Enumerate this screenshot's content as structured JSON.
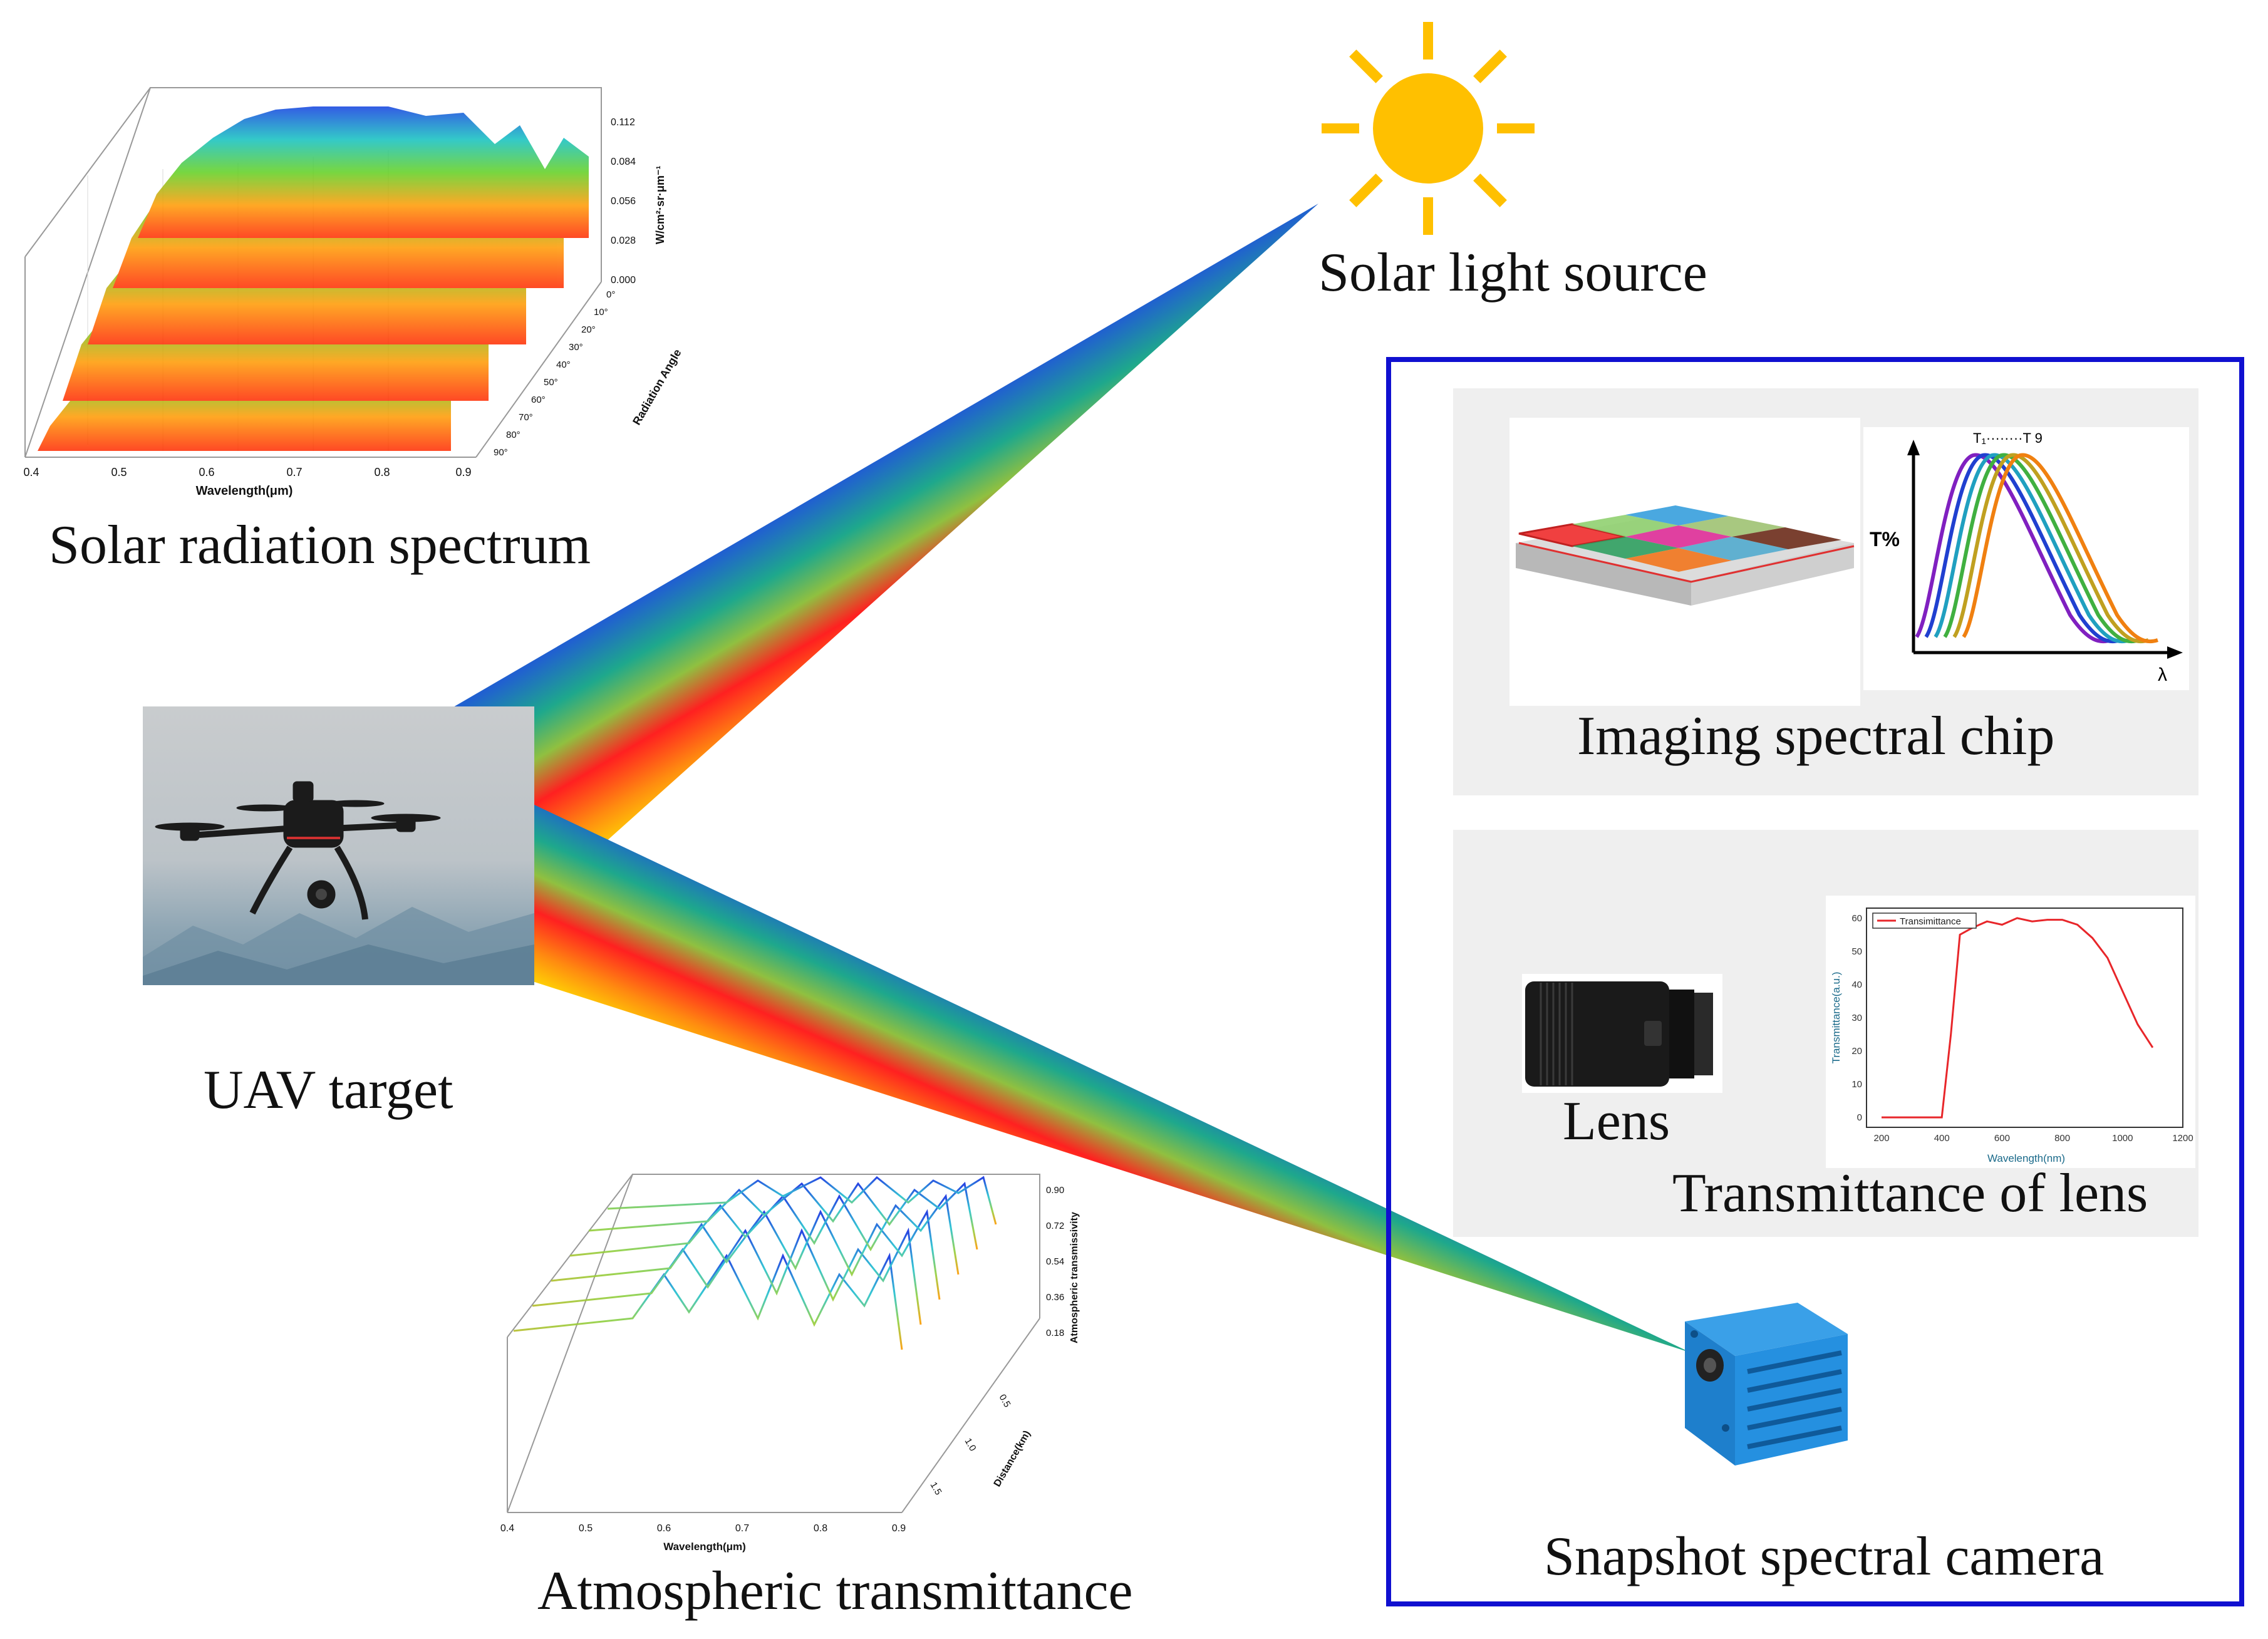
{
  "captions": {
    "solar_light_source": "Solar light source",
    "solar_radiation_spectrum": "Solar radiation spectrum",
    "uav_target": "UAV target",
    "atmospheric_transmittance": "Atmospheric transmittance",
    "imaging_spectral_chip": "Imaging spectral chip",
    "lens": "Lens",
    "transmittance_of_lens": "Transmittance of lens",
    "snapshot_spectral_camera": "Snapshot spectral camera"
  },
  "solar_spectrum_plot": {
    "xlabel": "Wavelength(μm)",
    "x_ticks": [
      "0.4",
      "0.5",
      "0.6",
      "0.7",
      "0.8",
      "0.9"
    ],
    "zlabel": "W/cm²·sr·μm⁻¹",
    "z_ticks": [
      "0.112",
      "0.084",
      "0.056",
      "0.028",
      "0.000"
    ],
    "ylabel": "Radiation Angle",
    "y_ticks": [
      "0°",
      "10°",
      "20°",
      "30°",
      "40°",
      "50°",
      "60°",
      "70°",
      "80°",
      "90°"
    ]
  },
  "atmos_plot": {
    "xlabel": "Wavelength(μm)",
    "x_ticks": [
      "0.4",
      "0.5",
      "0.6",
      "0.7",
      "0.8",
      "0.9"
    ],
    "zlabel": "Atmospheric transmissivity",
    "z_ticks": [
      "0.90",
      "0.72",
      "0.54",
      "0.36",
      "0.18"
    ],
    "ylabel": "Distance(km)",
    "y_ticks": [
      "0.5",
      "1.0",
      "1.5"
    ]
  },
  "filter_plot": {
    "title": "T₁········T 9",
    "ylabel": "T%",
    "xlabel": "λ"
  },
  "lens_plot": {
    "legend": "Transimittance",
    "xlabel": "Wavelength(nm)",
    "ylabel": "Transmittance(a.u.)",
    "x_ticks": [
      "200",
      "400",
      "600",
      "800",
      "1000",
      "1200"
    ],
    "y_ticks": [
      "60",
      "50",
      "40",
      "30",
      "20",
      "10",
      "0"
    ]
  },
  "chart_data": {
    "type": "line",
    "series": [
      {
        "name": "Transimittance",
        "x": [
          200,
          400,
          430,
          460,
          500,
          550,
          600,
          650,
          700,
          750,
          800,
          850,
          900,
          950,
          1000,
          1050,
          1100
        ],
        "y": [
          0,
          0,
          25,
          55,
          57,
          59,
          58,
          60,
          59,
          59.5,
          59.5,
          58,
          54,
          48,
          38,
          28,
          21
        ]
      }
    ],
    "xlim": [
      150,
      1200
    ],
    "ylim": [
      -3,
      63
    ]
  },
  "colors": {
    "frame_blue": "#1010d0",
    "sun": "#FFC000",
    "panel_bg": "#efefef",
    "curve_red": "#e8262a"
  }
}
